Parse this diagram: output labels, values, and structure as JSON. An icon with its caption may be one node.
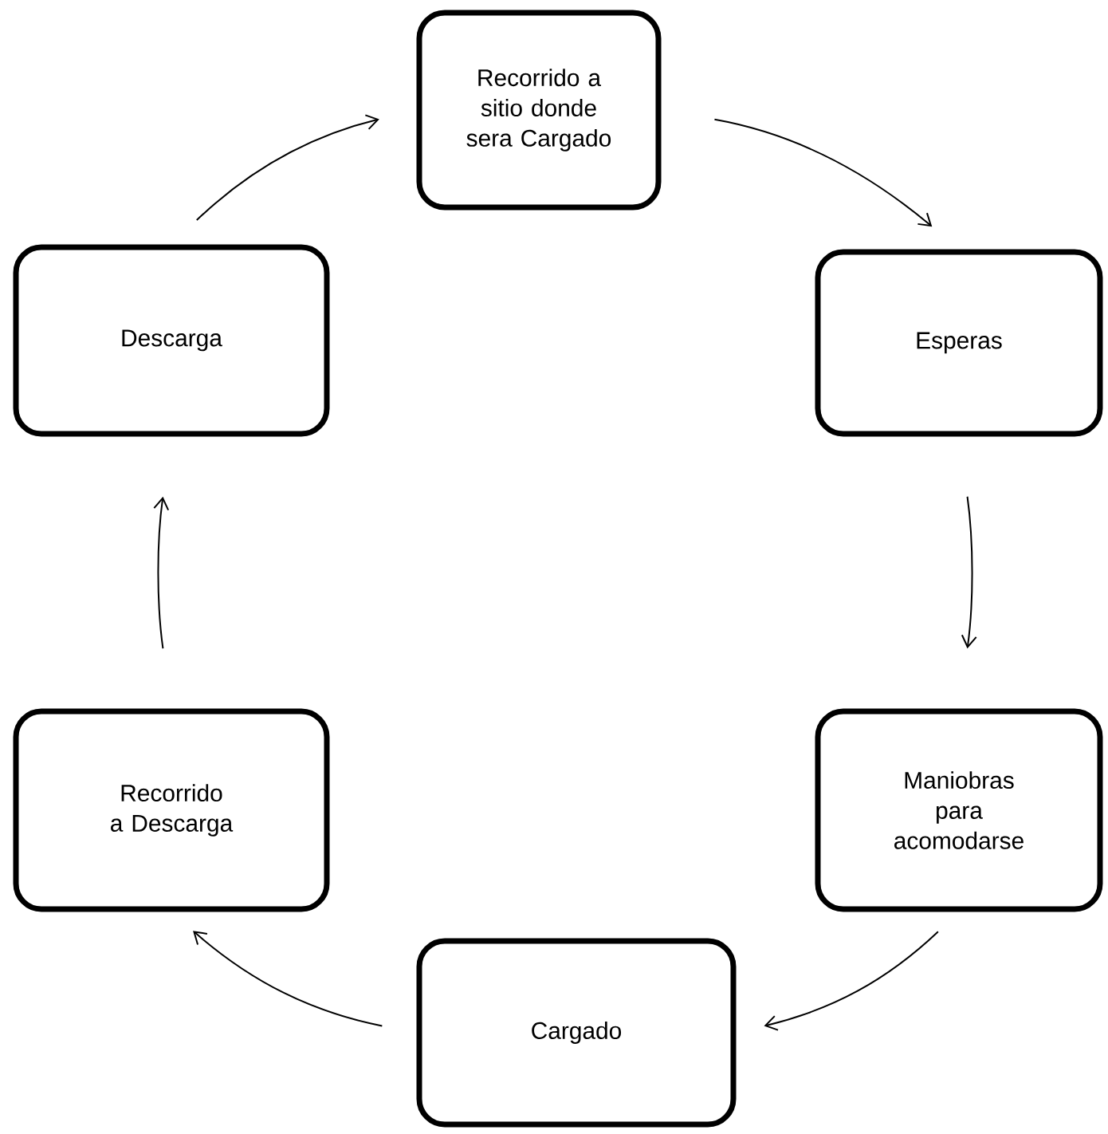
{
  "diagram": {
    "nodes": [
      {
        "text": [
          "Recorrido a sitio donde sera Cargado"
        ]
      },
      {
        "text": [
          "Esperas"
        ]
      },
      {
        "text": [
          "Maniobras para acomodarse"
        ]
      },
      {
        "text": [
          "Cargado"
        ]
      },
      {
        "text": [
          "Recorrido a Descarga"
        ]
      },
      {
        "text": [
          "Descarga"
        ]
      }
    ],
    "edges": [
      {
        "from": 0,
        "to": 1,
        "arrow": "to"
      },
      {
        "from": 1,
        "to": 2,
        "arrow": "to"
      },
      {
        "from": 2,
        "to": 3,
        "arrow": "to"
      },
      {
        "from": 3,
        "to": 4,
        "arrow": "to"
      },
      {
        "from": 4,
        "to": 5,
        "arrow": "to"
      },
      {
        "from": 5,
        "to": 0,
        "arrow": "to"
      }
    ]
  }
}
